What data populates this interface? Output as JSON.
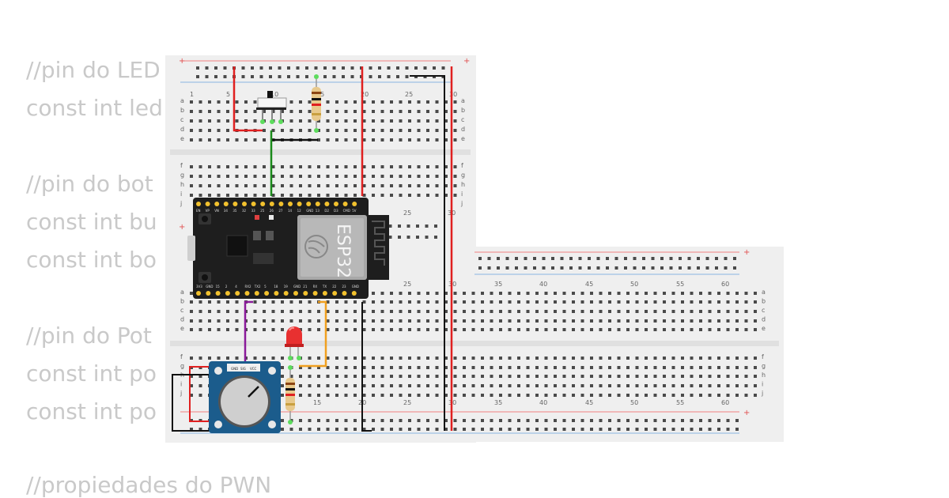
{
  "code": {
    "lines": [
      "//pin do LED",
      "const int led",
      "//pin do bot",
      "const int bu",
      "const int bo",
      "//pin do Pot",
      "const int po",
      "const int po",
      "//propiedades do PWN"
    ]
  },
  "breadboard1": {
    "col_numbers": [
      "1",
      "5",
      "10",
      "15",
      "20",
      "25",
      "30"
    ],
    "row_letters_top": [
      "a",
      "b",
      "c",
      "d",
      "e"
    ],
    "row_letters_bottom": [
      "f",
      "g",
      "h",
      "i",
      "j"
    ],
    "plus_sign": "+",
    "minus_sign": "-"
  },
  "breadboard2": {
    "col_numbers": [
      "15",
      "20",
      "25",
      "30",
      "35",
      "40",
      "45",
      "50",
      "55",
      "60"
    ],
    "row_letters_top": [
      "a",
      "b",
      "c",
      "d",
      "e"
    ],
    "row_letters_bottom": [
      "f",
      "g",
      "h",
      "i",
      "j"
    ],
    "plus_sign": "+",
    "minus_sign": "-"
  },
  "esp32": {
    "label": "ESP32",
    "top_pins": [
      "EN",
      "VP",
      "VN",
      "34",
      "35",
      "32",
      "33",
      "25",
      "26",
      "27",
      "14",
      "12",
      "GND",
      "13",
      "D2",
      "D3",
      "CMD",
      "5V"
    ],
    "bottom_pins": [
      "3V3",
      "GND",
      "15",
      "2",
      "4",
      "RX2",
      "TX2",
      "5",
      "18",
      "19",
      "GND",
      "21",
      "RX",
      "TX",
      "22",
      "23",
      "GND"
    ]
  },
  "potentiometer": {
    "pin_labels": [
      "GND",
      "SIG",
      "VCC"
    ]
  },
  "colors": {
    "red_wire": "#e02020",
    "black_wire": "#111111",
    "green_wire": "#1a8a1a",
    "purple_wire": "#8a1a9a",
    "orange_wire": "#f0a020",
    "breadboard": "#eeeeee",
    "esp_board": "#1e1e1e",
    "pot_board": "#1b5c8c"
  }
}
